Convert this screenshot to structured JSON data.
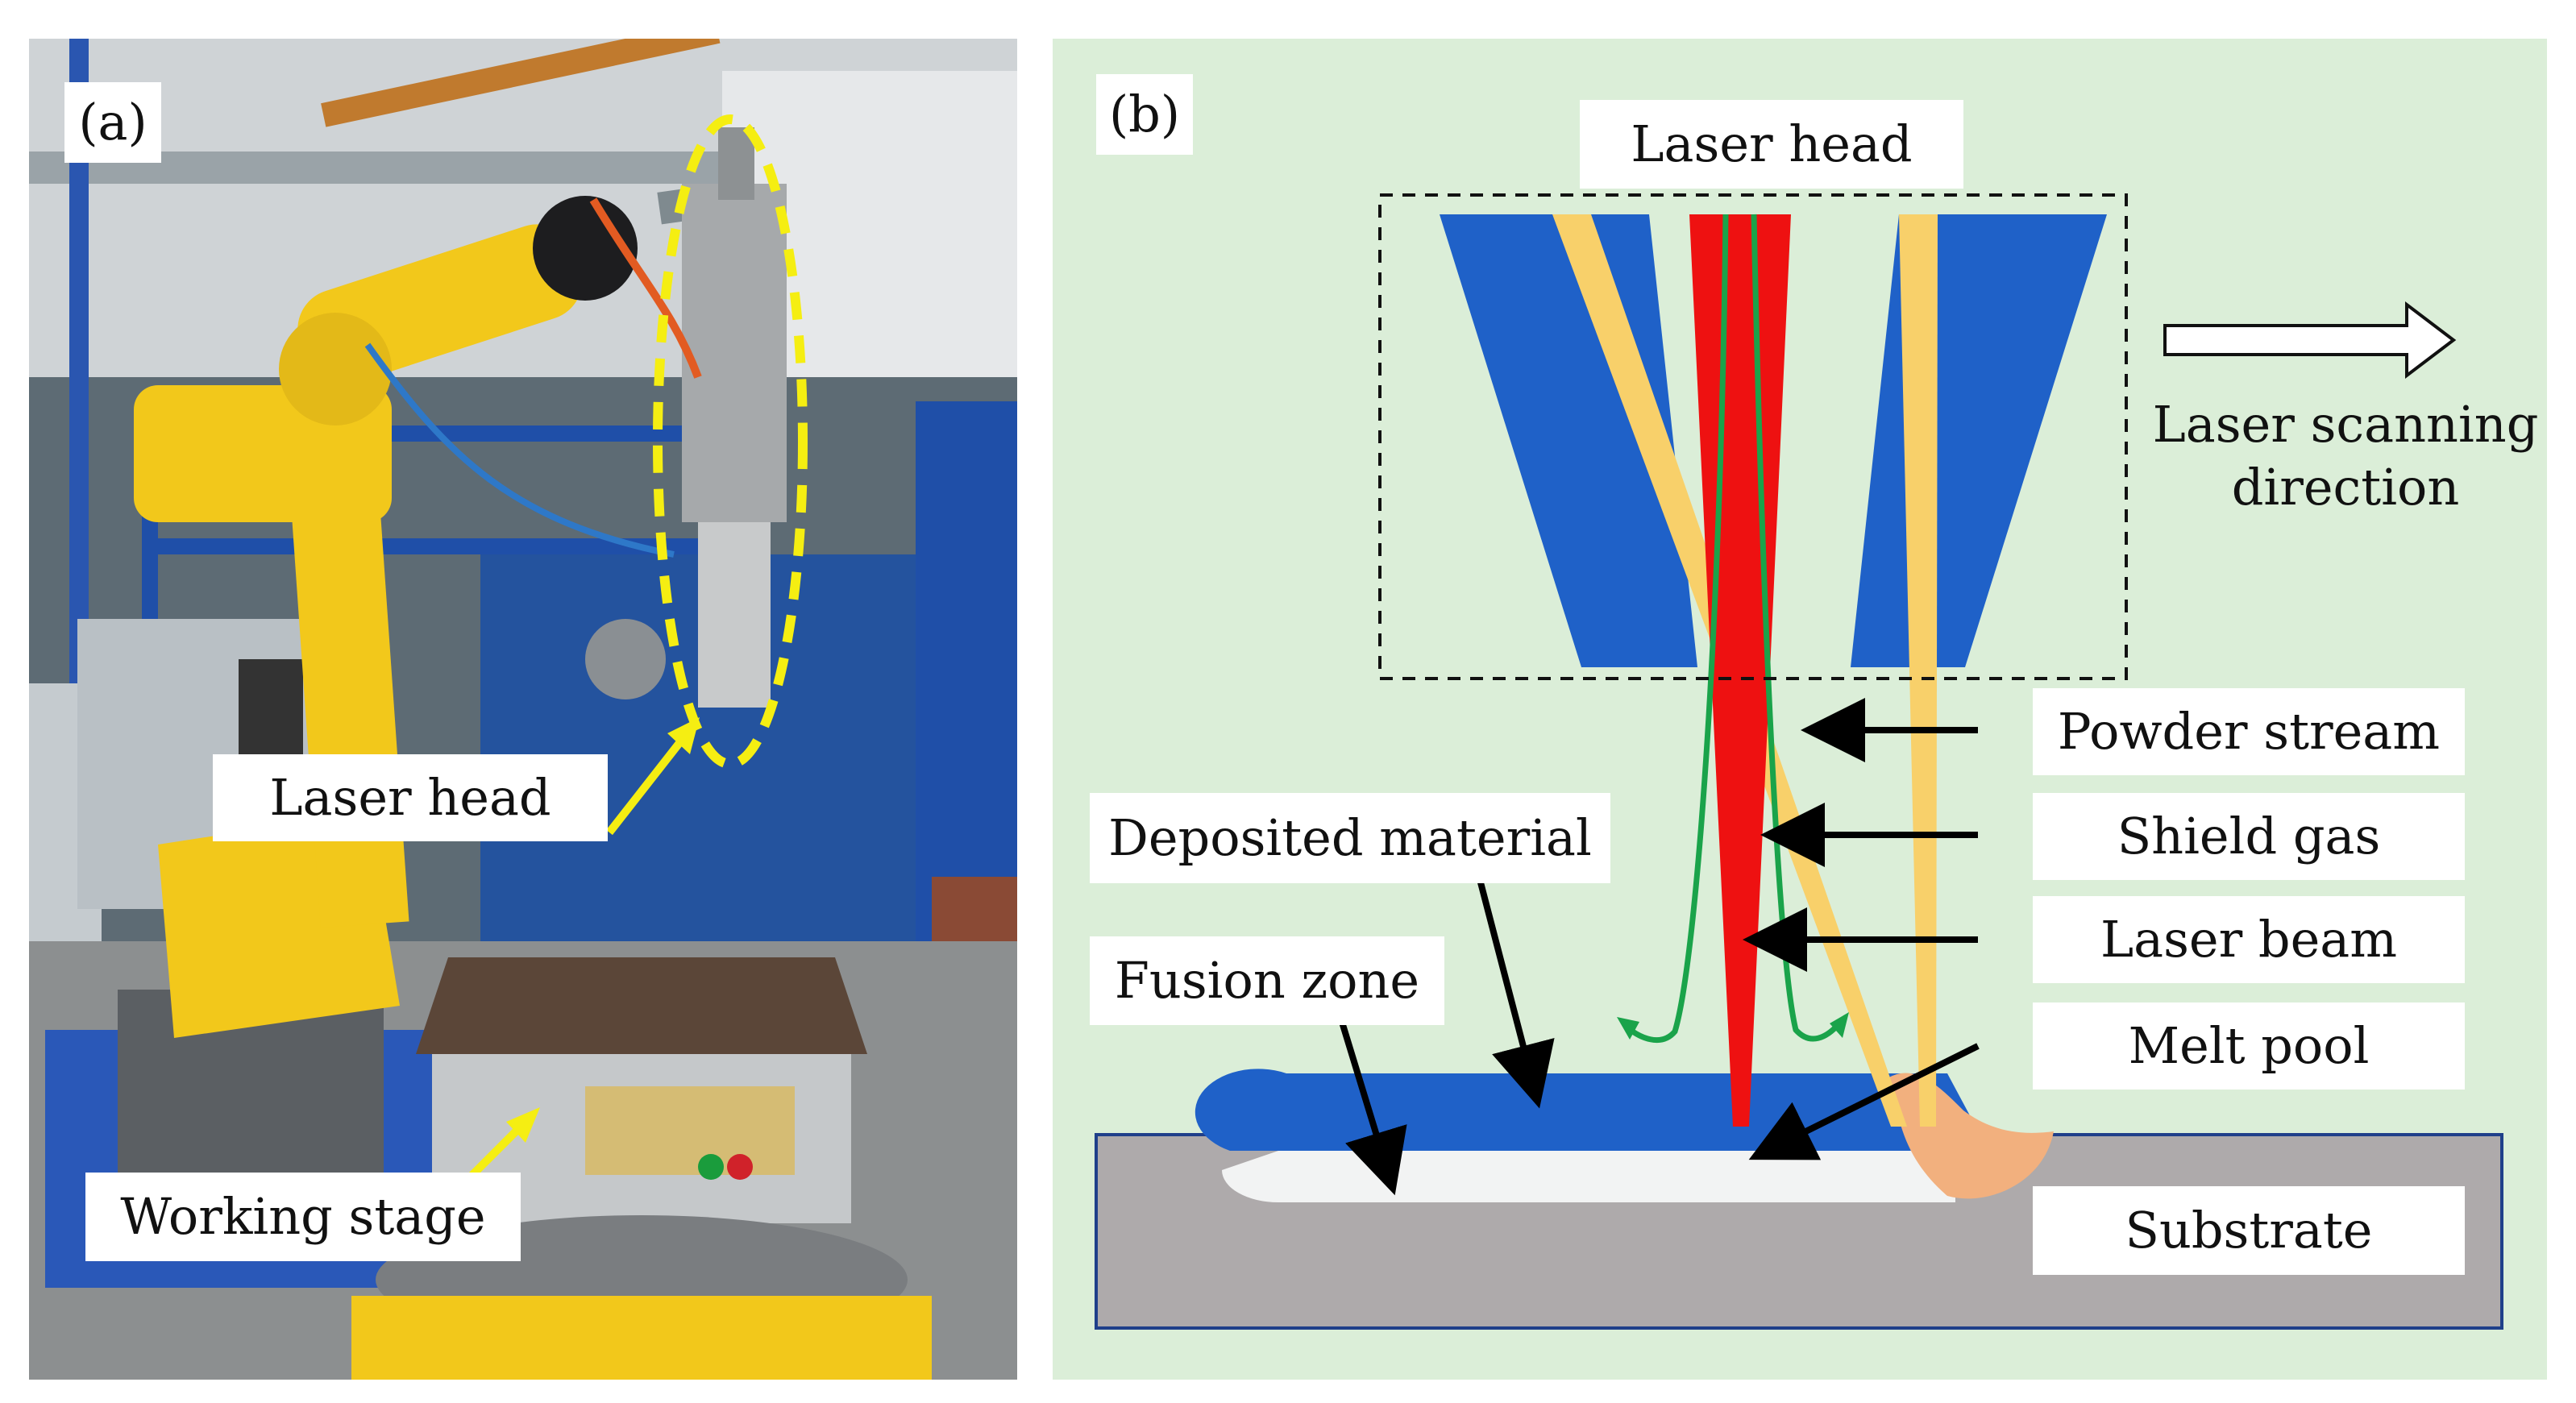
{
  "panel_a": {
    "tag": "(a)",
    "labels": {
      "laser_head": "Laser head",
      "working_stage": "Working stage"
    }
  },
  "panel_b": {
    "tag": "(b)",
    "labels": {
      "laser_head": "Laser head",
      "scan_direction_line1": "Laser scanning",
      "scan_direction_line2": "direction",
      "powder_stream": "Powder stream",
      "shield_gas": "Shield gas",
      "laser_beam": "Laser beam",
      "melt_pool": "Melt pool",
      "deposited_material": "Deposited material",
      "fusion_zone": "Fusion zone",
      "substrate": "Substrate"
    }
  },
  "colors": {
    "panel_b_background": "#dbeed8",
    "nozzle_blue": "#1f61c8",
    "powder_yellow": "#f8d06a",
    "laser_red": "#ee1111",
    "shield_gas_green": "#1aa34a",
    "melt_pool_peach": "#f2b07e",
    "substrate_gray": "#aeaaab",
    "robot_yellow": "#f2c81b",
    "highlight_yellow": "#f5ee12"
  }
}
